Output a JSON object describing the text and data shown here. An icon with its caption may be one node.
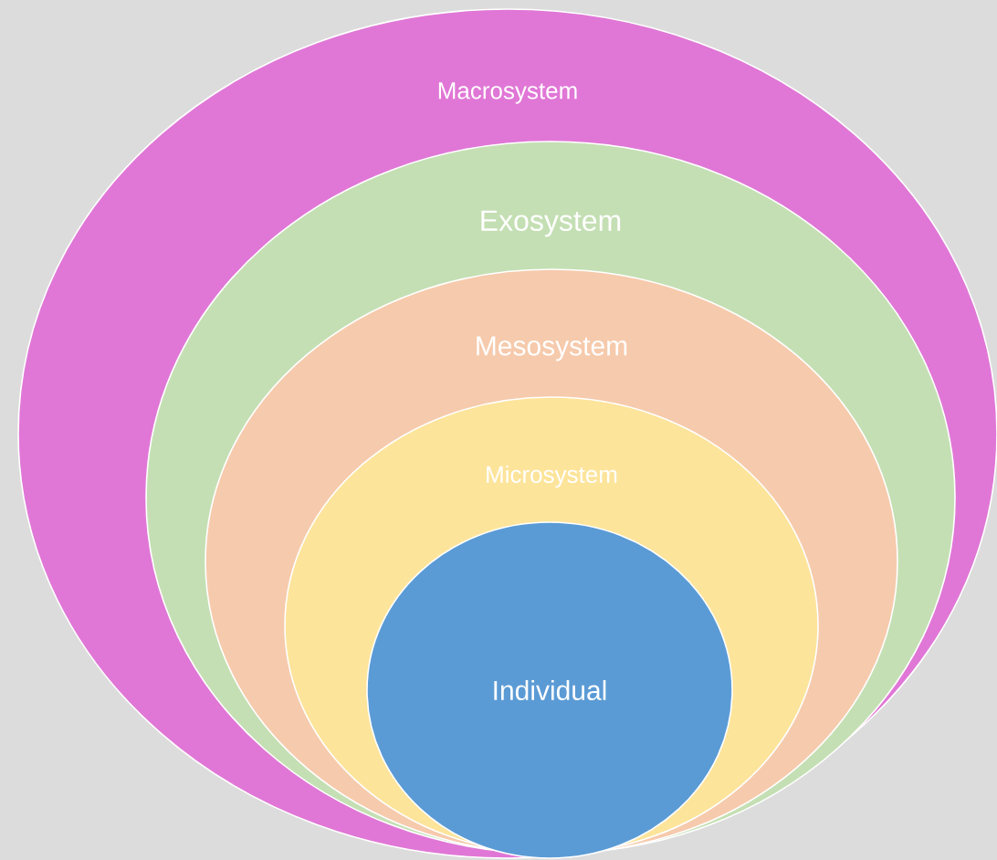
{
  "diagram": {
    "nodes": [
      {
        "text": [
          "Macrosystem"
        ]
      },
      {
        "text": [
          "Exosystem"
        ],
        "in": 0
      },
      {
        "text": [
          "Mesosystem"
        ],
        "in": 1
      },
      {
        "text": [
          "Microsystem"
        ],
        "in": 2
      },
      {
        "text": [
          "Individual"
        ],
        "in": 3
      }
    ]
  }
}
